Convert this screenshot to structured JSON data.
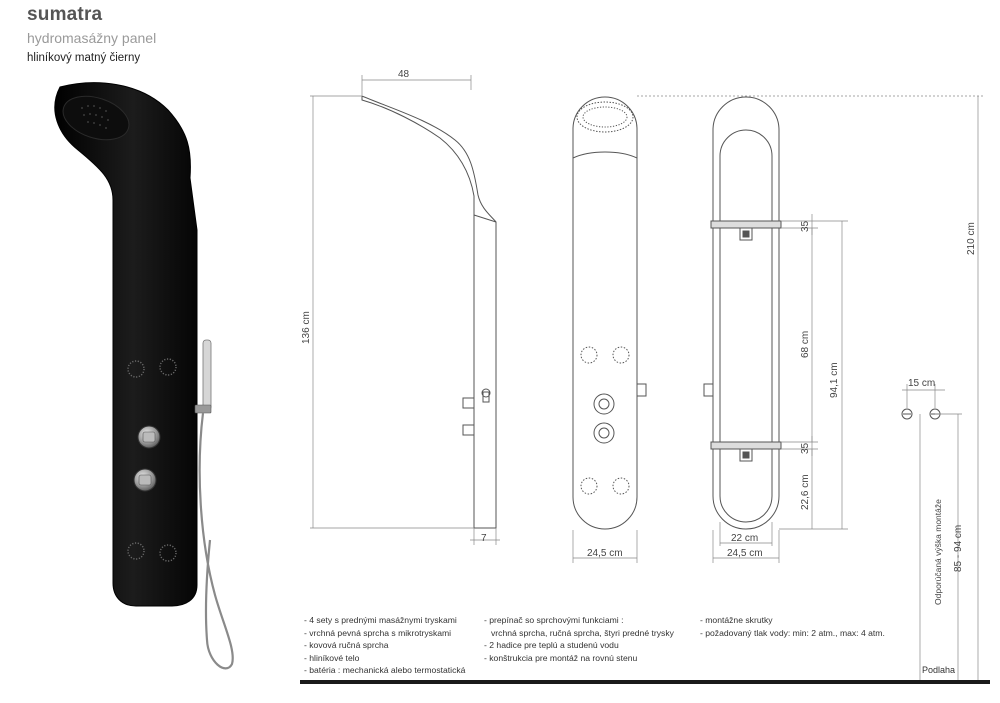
{
  "header": {
    "title": "sumatra",
    "subtitle": "hydromasážny panel",
    "material": "hliníkový matný čierny"
  },
  "dimensions": {
    "top_width": "48",
    "height_left": "136 cm",
    "wall_offset": "7",
    "front_width": "24,5 cm",
    "inner_width": "22 cm",
    "back_width": "24,5 cm",
    "bracket_top": "35",
    "bracket_spacing": "68 cm",
    "bracket_span": "94,1 cm",
    "bracket_bottom": "35",
    "bottom_offset": "22,6 cm",
    "total_height": "210 cm",
    "pipe_spacing": "15 cm",
    "mount_label": "Odporúčaná výška montáže",
    "mount_range": "85 - 94 cm"
  },
  "features": {
    "col1": [
      "- 4 sety s prednými masážnymi tryskami",
      "- vrchná pevná sprcha s mikrotryskami",
      "- kovová ručná sprcha",
      "- hliníkové telo",
      "- batéria : mechanická alebo termostatická"
    ],
    "col2": [
      "- prepínač so sprchovými funkciami :",
      "  vrchná sprcha, ručná sprcha, štyri predné trysky",
      "- 2 hadice pre teplú a studenú vodu",
      "- konštrukcia pre montáž na rovnú stenu"
    ],
    "col3": [
      "- montážne skrutky",
      "- požadovaný tlak vody: min: 2 atm., max: 4 atm."
    ]
  },
  "floor_label": "Podlaha",
  "colors": {
    "panel": "#111111",
    "line": "#555555",
    "dim": "#777777"
  }
}
